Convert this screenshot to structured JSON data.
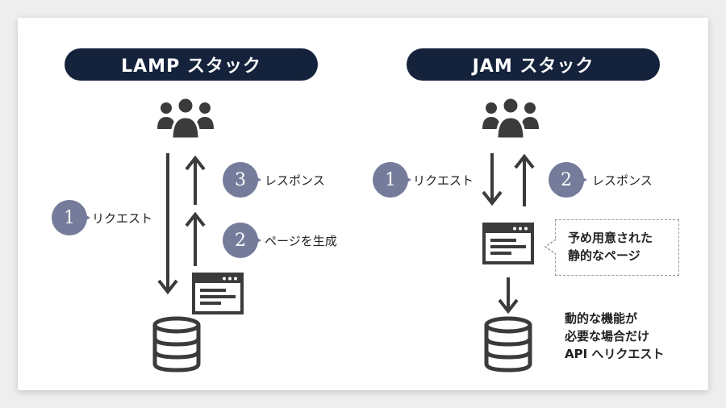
{
  "lamp": {
    "title": "LAMP スタック",
    "steps": [
      {
        "num": "1",
        "label": "リクエスト"
      },
      {
        "num": "2",
        "label": "ページを生成"
      },
      {
        "num": "3",
        "label": "レスポンス"
      }
    ]
  },
  "jam": {
    "title": "JAM スタック",
    "steps": [
      {
        "num": "1",
        "label": "リクエスト"
      },
      {
        "num": "2",
        "label": "レスポンス"
      }
    ],
    "static_note_line1": "予め用意された",
    "static_note_line2": "静的なページ",
    "api_note_line1": "動的な機能が",
    "api_note_line2": "必要な場合だけ",
    "api_note_line3": "API へリクエスト"
  },
  "icons": {
    "users": "users-group-icon",
    "page": "web-page-icon",
    "database": "database-icon"
  },
  "colors": {
    "pill": "#14223b",
    "badge": "#757c9b",
    "icon": "#3b3b3b"
  }
}
